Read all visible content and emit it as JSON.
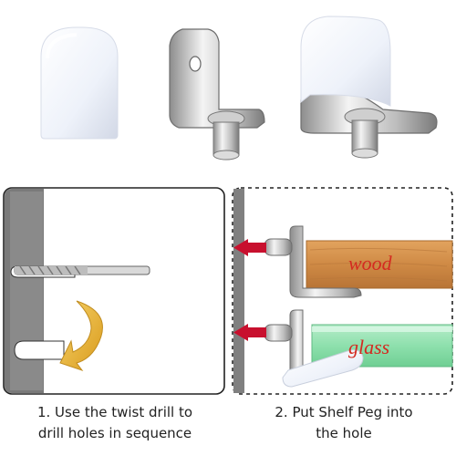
{
  "panel_right": {
    "wood_label": "wood",
    "glass_label": "glass"
  },
  "captions": {
    "step1_line1": "1. Use the twist drill to",
    "step1_line2": "drill holes in sequence",
    "step2_line1": "2. Put Shelf Peg into",
    "step2_line2": "the hole"
  }
}
